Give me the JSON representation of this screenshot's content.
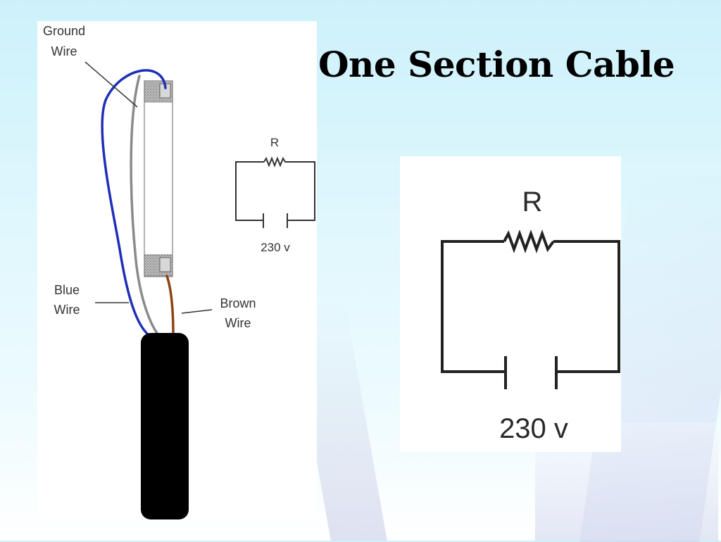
{
  "slide": {
    "title": "One Section Cable"
  },
  "cable_diagram": {
    "ground_wire_label_1": "Ground",
    "ground_wire_label_2": "Wire",
    "blue_wire_label_1": "Blue",
    "blue_wire_label_2": "Wire",
    "brown_wire_label_1": "Brown",
    "brown_wire_label_2": "Wire",
    "colors": {
      "blue_wire": "#1f2fb8",
      "ground_wire": "#8a8a8a",
      "brown_wire": "#8b4513",
      "cable_jacket": "#000000"
    }
  },
  "small_circuit": {
    "resistor_label": "R",
    "voltage_label": "230 v"
  },
  "large_circuit": {
    "resistor_label": "R",
    "voltage_label": "230 v"
  }
}
